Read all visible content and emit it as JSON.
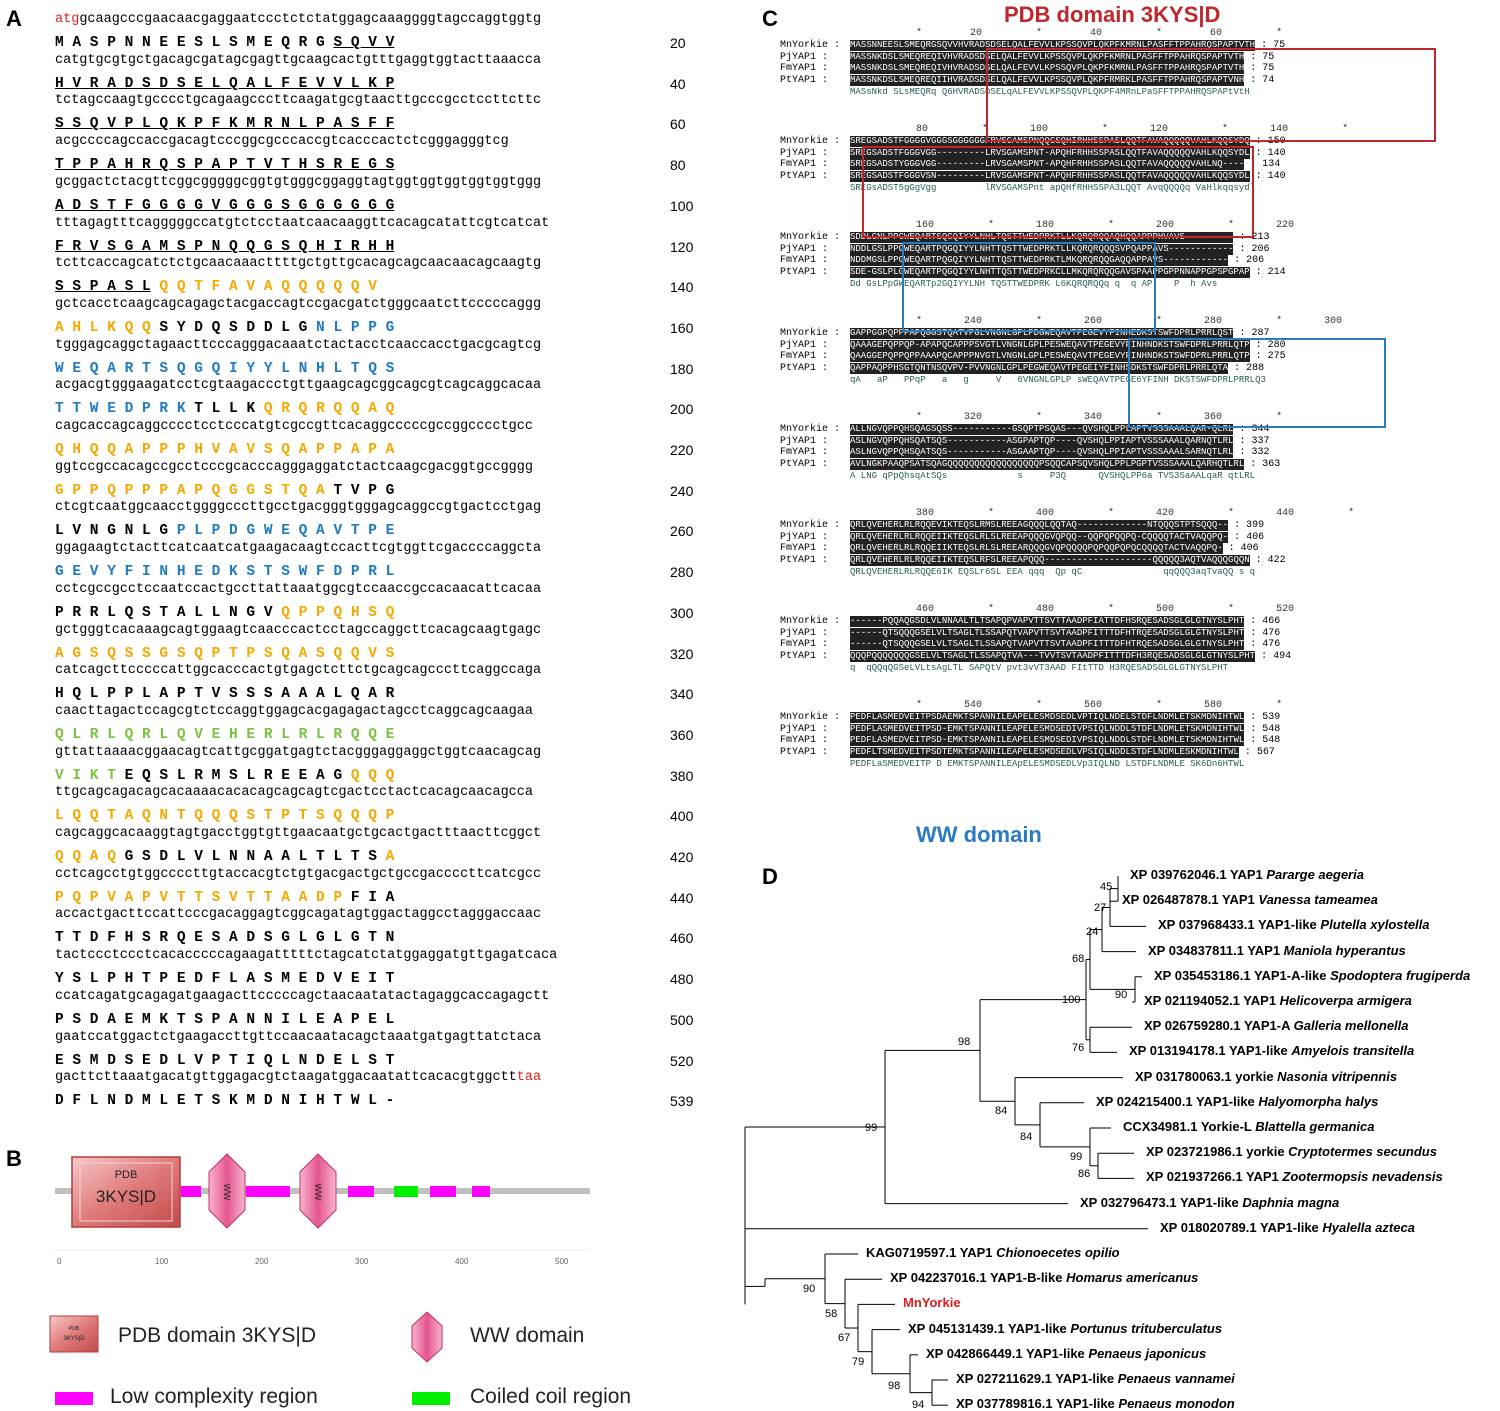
{
  "panels": {
    "a": "A",
    "b": "B",
    "c": "C",
    "d": "D"
  },
  "panel_a": {
    "rows": [
      {
        "nt": [
          [
            "atg",
            "red"
          ],
          [
            "gcaagcccgaacaacgaggaatccctctctatggagcaaaggggtagccaggtggtg",
            "n"
          ]
        ],
        "aa": [
          [
            "M A S P N N E E S L S M E Q R G ",
            "p"
          ],
          [
            "S Q V V",
            "pu"
          ]
        ],
        "num": "20"
      },
      {
        "nt": [
          [
            "catgtgcgtgctgacagcgatagcgagttgcaagcactgtttgaggtggtacttaaacca",
            "n"
          ]
        ],
        "aa": [
          [
            "H V R A D S D S E L Q A L F E V V L K P",
            "pu"
          ]
        ],
        "num": "40"
      },
      {
        "nt": [
          [
            "tctagccaagtgcccctgcagaagcccttcaagatgcgtaacttgcccgcctccttcttc",
            "n"
          ]
        ],
        "aa": [
          [
            "S S Q V P L Q K P F K M R N L P A S F F",
            "pu"
          ]
        ],
        "num": "60"
      },
      {
        "nt": [
          [
            "acgccccagccaccgacagtcccggcgcccaccgtcacccactctcgggagggtcg",
            "n"
          ]
        ],
        "aa": [
          [
            "T P P A H R Q S P A P T V T H S R E G S",
            "pu"
          ]
        ],
        "num": "80"
      },
      {
        "nt": [
          [
            "gcggactctacgttcggcgggggcggtgtgggcggaggtagtggtggtggtggtggtggg",
            "n"
          ]
        ],
        "aa": [
          [
            "A D S T F G G G G V G G G S G G G G G G",
            "pu"
          ]
        ],
        "num": "100"
      },
      {
        "nt": [
          [
            "tttagagtttcagggggccatgtctcctaatcaacaaggttcacagcatattcgtcatcat",
            "n"
          ]
        ],
        "aa": [
          [
            "F R V S G A M S P N Q Q G S Q H I R H H",
            "pu"
          ]
        ],
        "num": "120"
      },
      {
        "nt": [
          [
            "tcttcaccagcatctctgcaacaaacttttgctgttgcacagcagcaacaacagcaagtg",
            "n"
          ]
        ],
        "aa": [
          [
            "S S P A S L",
            "pu"
          ],
          [
            " Q Q T F A V A Q Q Q Q Q V",
            "o"
          ]
        ],
        "num": "140"
      },
      {
        "nt": [
          [
            "gctcacctcaagcagcagagctacgaccagtccgacgatctgggcaatcttcccccaggg",
            "n"
          ]
        ],
        "aa": [
          [
            "A H L K Q Q",
            "o"
          ],
          [
            " S Y D Q S D D L G ",
            "p"
          ],
          [
            "N L P P G",
            "b"
          ]
        ],
        "num": "160"
      },
      {
        "nt": [
          [
            "tgggagcaggctagaacttcccagggacaaatctactacctcaaccacctgacgcagtcg",
            "n"
          ]
        ],
        "aa": [
          [
            "W E Q A R T S Q G Q I Y Y L N H L T Q S",
            "b"
          ]
        ],
        "num": "180"
      },
      {
        "nt": [
          [
            "acgacgtgggaagatcctcgtaagaccctgttgaagcagcggcagcgtcagcaggcacaa",
            "n"
          ]
        ],
        "aa": [
          [
            "T T W E D P R K",
            "b"
          ],
          [
            " T L L K ",
            "p"
          ],
          [
            "Q R Q R Q Q A Q",
            "o"
          ]
        ],
        "num": "200"
      },
      {
        "nt": [
          [
            "cagcaccagcaggcccctcctcccatgtcgccgttcacaggcccccgccggcccctgcc",
            "n"
          ]
        ],
        "aa": [
          [
            "Q H Q Q A P P P H V A V S Q A P P A P A",
            "o"
          ]
        ],
        "num": "220"
      },
      {
        "nt": [
          [
            "ggtccgccacagccgcctcccgcacccagggaggatctactcaagcgacggtgccgggg",
            "n"
          ]
        ],
        "aa": [
          [
            "G P P Q P P P A P Q G G S T Q A",
            "o"
          ],
          [
            " T V P G",
            "p"
          ]
        ],
        "num": "240"
      },
      {
        "nt": [
          [
            "ctcgtcaatggcaacctggggcccttgcctgacgggtgggagcaggccgtgactcctgag",
            "n"
          ]
        ],
        "aa": [
          [
            "L V N G N L G ",
            "p"
          ],
          [
            "P L P D G W E Q A V T P E",
            "b"
          ]
        ],
        "num": "260"
      },
      {
        "nt": [
          [
            "ggagaagtctacttcatcaatcatgaagacaagtccacttcgtggttcgaccccaggcta",
            "n"
          ]
        ],
        "aa": [
          [
            "G E V Y F I N H E D K S T S W F D P R L",
            "b"
          ]
        ],
        "num": "280"
      },
      {
        "nt": [
          [
            "cctcgccgcctccaatccactgccttattaaatggcgtccaaccgccacaacattcacaa",
            "n"
          ]
        ],
        "aa": [
          [
            "P R R L Q S T A L L N G V ",
            "p"
          ],
          [
            "Q P P Q H S Q",
            "o"
          ]
        ],
        "num": "300"
      },
      {
        "nt": [
          [
            "gctgggtcacaaagcagtggaagtcaacccactcctagccaggcttcacagcaagtgagc",
            "n"
          ]
        ],
        "aa": [
          [
            "A G S Q S S G S Q P T P S Q A S Q Q V S",
            "o"
          ]
        ],
        "num": "320"
      },
      {
        "nt": [
          [
            "catcagcttcccccattggcacccactgtgagctcttctgcagcagcccttcaggccaga",
            "n"
          ]
        ],
        "aa": [
          [
            "H Q L P P L A P T V S S S A A A L Q A R",
            "p"
          ]
        ],
        "num": "340"
      },
      {
        "nt": [
          [
            "caacttagactccagcgtctccaggtggagcacgagagactagcctcaggcagcaagaa",
            "n"
          ]
        ],
        "aa": [
          [
            "Q L R L Q R L Q V E H E R L R L R Q Q E",
            "g"
          ]
        ],
        "num": "360"
      },
      {
        "nt": [
          [
            "gttattaaaacggaacagtcattgcggatgagtctacgggaggaggctggtcaacagcag",
            "n"
          ]
        ],
        "aa": [
          [
            "V I K T",
            "g"
          ],
          [
            " E Q S L R M S L R E E A G ",
            "p"
          ],
          [
            "Q Q Q",
            "o"
          ]
        ],
        "num": "380"
      },
      {
        "nt": [
          [
            "ttgcagcagacagcacaaaacacacagcagcagtcgactcctactcacagcaacagcca",
            "n"
          ]
        ],
        "aa": [
          [
            "L Q Q T A Q N T Q Q Q S T P T S Q Q Q P",
            "o"
          ]
        ],
        "num": "400"
      },
      {
        "nt": [
          [
            "cagcaggcacaaggtagtgacctggtgttgaacaatgctgcactgactttaacttcggct",
            "n"
          ]
        ],
        "aa": [
          [
            "Q Q A Q",
            "o"
          ],
          [
            " G S D L V L N N A A L T L T S ",
            "p"
          ],
          [
            "A",
            "o"
          ]
        ],
        "num": "420"
      },
      {
        "nt": [
          [
            "cctcagcctgtggccccttgtaccacgtctgtgacgactgctgccgaccccttcatcgcc",
            "n"
          ]
        ],
        "aa": [
          [
            "P Q P V A P V T T S V T T A A D P",
            "o"
          ],
          [
            " F I A",
            "p"
          ]
        ],
        "num": "440"
      },
      {
        "nt": [
          [
            "accactgacttccattcccgacaggagtcggcagatagtggactaggcctagggaccaac",
            "n"
          ]
        ],
        "aa": [
          [
            "T T D F H S R Q E S A D S G L G L G T N",
            "p"
          ]
        ],
        "num": "460"
      },
      {
        "nt": [
          [
            "tactccctccctcacacccccagaagatttttctagcatctatggaggatgttgagatcaca",
            "n"
          ]
        ],
        "aa": [
          [
            "Y S L P H T P E D F L A S M E D V E I T",
            "p"
          ]
        ],
        "num": "480"
      },
      {
        "nt": [
          [
            "ccatcagatgcagagatgaagacttcccccagctaacaatatactagaggcaccagagctt",
            "n"
          ]
        ],
        "aa": [
          [
            "P S D A E M K T S P A N N I L E A P E L",
            "p"
          ]
        ],
        "num": "500"
      },
      {
        "nt": [
          [
            "gaatccatggactctgaagaccttgttccaacaatacagctaaatgatgagttatctaca",
            "n"
          ]
        ],
        "aa": [
          [
            "E S M D S E D L V P T I Q L N D E L S T",
            "p"
          ]
        ],
        "num": "520"
      },
      {
        "nt": [
          [
            "gacttcttaaatgacatgttggagacgtctaagatggacaatattcacacgtggctt",
            "n"
          ],
          [
            "taa",
            "red"
          ]
        ],
        "aa": [
          [
            "D F L N D M L E T S K M D N I H T W L -",
            "p"
          ]
        ],
        "num": "539"
      }
    ]
  },
  "panel_b": {
    "pdb_box_top": "PDB",
    "pdb_box_bottom": "3KYS|D",
    "ww_glyph": "WW",
    "scale_ticks": [
      "0",
      "100",
      "200",
      "300",
      "400",
      "500"
    ],
    "legend": {
      "pdb_label": "PDB domain 3KYS|D",
      "ww_label": "WW domain",
      "low_label": "Low complexity region",
      "coil_label": "Coiled coil region",
      "mini_pdb_top": "PDB",
      "mini_pdb_bottom": "3KYS|D"
    },
    "colors": {
      "pdb": "#e07a7a",
      "ww": "#e5558e",
      "low": "#ff00ff",
      "coil": "#00ee00",
      "backbone": "#c0c0c0"
    }
  },
  "panel_c": {
    "title_top": "PDB domain 3KYS|D",
    "title_bottom": "WW domain",
    "blocks": [
      {
        "ruler": "          *        20         *        40         *        60         *",
        "rows": [
          [
            "MnYorkie",
            "MASSNNEESLSMEQRGSQVVHVRADSDSELQALFEVVLKPSSQVPLQKPFKMRNLPASFFTPPAHRQSPAPTVTH",
            "75"
          ],
          [
            "PjYAP1",
            "MASSNKDSLSMEQREQIVHVRADSDSELQALFEVVLKPSSQVPLQKPFKMRNLPASFFTPPAHRQSPAPTVTH",
            "75"
          ],
          [
            "FmYAP1",
            "MASSNKDSLSMEQREQIVHVRADSDSELQALFEVVLKPSSQVPLQKPFKMRNLPASFFTPPAHRQSPAPTVTH",
            "75"
          ],
          [
            "PtYAP1",
            "MASSNKDSLSMEQREQIIHVRADSDSELQALFEVVLKPSSQVPLQKPFRMRKLPASFFTPPAHRQSPAPTVNH",
            "74"
          ]
        ],
        "cons": "MASsNkd SLsMEQRq Q6HVRADSDSELqALFEVVLKPSSQVPLQKPF4MRnLPaSFFTPPAHRQSPAPtVtH"
      },
      {
        "ruler": "          80         *       100         *       120         *       140         *",
        "rows": [
          [
            "MnYorkie",
            "SREGSADSTFGGGGVGGGSGGGGGGFRVSGAMSPNQQGSQHIRHHSSPASLQQTFAVAQQQQQVAHLKQQSYDQ",
            "150"
          ],
          [
            "PjYAP1",
            "SREGSADSTFGGGVGG---------LRVSGAMSPNT-APQHFRHHSSPASLQQTFAVAQQQQQVAHLKQQSYDL",
            "140"
          ],
          [
            "FmYAP1",
            "SREGSADSTYGGGVGG---------LRVSGAMSPNT-APQHFRHHSSPASLQQTFAVAQQQQQVAHLNQ----",
            "134"
          ],
          [
            "PtYAP1",
            "SREGSADSTFGGGVSN---------LRVSGAMSPNT-APQHFRHHSSPASLQQTFAVAQQQQQVAHLKQQSYDL",
            "140"
          ]
        ],
        "cons": "SREGsADST5gGgVgg         lRVSGAMSPnt apQHfRHHSSPA3LQQT AvqQQQQq VaHlkqqsydl"
      },
      {
        "ruler": "          160         *       180         *       200         *       220",
        "rows": [
          [
            "MnYorkie",
            "SDDLGNLPPGWEQARTSQGQIYYLNHLTQSTTWEDPRKTLLKQRQRQQAQHQQAPPPHVAVS---------",
            "213"
          ],
          [
            "PjYAP1",
            "NDDLGSLPPGWEQARTPQGQIYYLNHTTQSTTWEDPRKTLLKQRQRQQQSVPQAPPAVS------------",
            "206"
          ],
          [
            "FmYAP1",
            "NDDMGSLPPGWEQARTPQGQIYYLNHTTQSTTWEDPRKTLMKQRQRQQGAQQAPPAVS------------",
            "206"
          ],
          [
            "PtYAP1",
            "SDE-GSLPLGWEQARTPQGQIYYLNHTTQSTTWEDPRKCLLMKQRQRQQGAVSPAAPPGPPNNAPPGPSPGPAP",
            "214"
          ]
        ],
        "cons": "Dd GsLPpGWEQARTp2GQIYYLNH TQSTTWEDPRK L6KQRQRQQq q  q AP    P  h Avs"
      },
      {
        "ruler": "          *       240         *       260         *       280         *       300",
        "rows": [
          [
            "MnYorkie",
            "GAPPGGPQPPPAPQGGSTQATVPGLVNGNLGPLPDGWEQAVTPEGEVYFINHEDKSTSWFDPRLPRRLQST",
            "287"
          ],
          [
            "PjYAP1",
            "QAAAGEPQPPQP-APAPQCAPPPSVGTLVNGNLGPLPESWEQAVTPEGEVYFINHNDKSTSWFDPRLPRRLQTP",
            "280"
          ],
          [
            "FmYAP1",
            "QAAGGEPQPPQPPAAAPQCAPPPNVGTLVNGNLGPLPESWEQAVTPEGEVYFINHNDKSTSWFDPRLPRRLQTP",
            "275"
          ],
          [
            "PtYAP1",
            "QAPPAQPPHSGTQNTNSQVPV-PVVNGNLGPLPEGWEQAVTPEGEIYFINHSDKSTSWFDPRLPRRLQTA",
            "288"
          ]
        ],
        "cons": "qA   aP   PPqP   a   g     V   6VNGNLGPLP sWEQAVTPEGE6YFINH DKSTSWFDPRLPRRLQ3"
      },
      {
        "ruler": "          *       320         *       340         *       360         *",
        "rows": [
          [
            "MnYorkie",
            "ALLNGVQPPQHSQAGSQSS-----------GSQPTPSQAS---QVSHQLPPLAPTVSSSAAALQAR-QLRL",
            "344"
          ],
          [
            "PjYAP1",
            "ASLNGVQPPQHSQATSQS-----------ASGPAPTQP----QVSHQLPPIAPTVSSSAAALQARNQTLRL",
            "337"
          ],
          [
            "FmYAP1",
            "ASLNGVQPPQHSQATSQS-----------ASGAAPTQP----QVSHQLPPIAPTVSSSAAALSARNQTLRL",
            "332"
          ],
          [
            "PtYAP1",
            "AVLNGKPAAQPSATSQAGQQQQQQQQQQQQQQQQQPSQQCAPSQVSHQLPPLPGPTVSSSAAALQARHQTLRL",
            "363"
          ]
        ],
        "cons": "A LNG qPpQhsqAtSQs             s     P3Q      QVSHQLPP6a TVS3SaAALqaR qtLRL"
      },
      {
        "ruler": "          380         *       400         *       420         *       440         *",
        "rows": [
          [
            "MnYorkie",
            "QRLQVEHERLRLRQQEVIKTEQSLRMSLREEAGQQQLQQTAQ-------------NTQQQSTPTSQQQ--",
            "399"
          ],
          [
            "PjYAP1",
            "QRLQVEHERLRLRQQEIIKTEQSLRLSLREEAPQQQGVQPQQ--QQPQPQQPQ-CQQQQTACTVAQQPQ-",
            "406"
          ],
          [
            "FmYAP1",
            "QRLQVEHERLRLRQQEIIKTEQSLRLSLREEARQQQGVQPQQQQPQPQQPQPQCQQQQTACTVAQQPQ-",
            "406"
          ],
          [
            "PtYAP1",
            "QRLQVEHERLRLRQQEIIKTEQSLRFSLREEAPQQQ--------------------QQQQQ3AQTVAQQQGQQN",
            "422"
          ]
        ],
        "cons": "QRLQVEHERLRLRQQE6IK EQSLr6SL EEA qqq  Qp qC               qqQQQ3aqTvaQQ s q"
      },
      {
        "ruler": "          460         *       480         *       500         *       520",
        "rows": [
          [
            "MnYorkie",
            "------PQQAQGSDLVLNNAALTLTSAPQPVAPVTTSVTTAADPFIATTDFHSRQESADSGLGLGTNYSLPHT",
            "466"
          ],
          [
            "PjYAP1",
            "------QTSQQQGSELVLTSAGLTLSSAPQTVAPVTTSVTAADPFITTTDFHTRQESADSGLGLGTNYSLPHT",
            "476"
          ],
          [
            "FmYAP1",
            "------QTSQQQGSELVLTSAGLTLSSAPQTVAPVTTSVTAADPFITTTDFHTRQESADSGLGLGTNYSLPHT",
            "476"
          ],
          [
            "PtYAP1",
            "QQQPQQQQQQQGSELVLTSAGLTLSSAPQTVA---TVVTSVTAADPFITTTDFH3RQESADSGLGLGTNYSLPHT",
            "494"
          ]
        ],
        "cons": "q  qQQqQGSeLVLtsAgLTL SAPQtV pvt3vVT3AAD FItTTD H3RQESADSGLGLGTNYSLPHT"
      },
      {
        "ruler": "          *       540         *       560         *       580         *",
        "rows": [
          [
            "MnYorkie",
            "PEDFLASMEDVEITPSDAEMKTSPANNILEAPELESMDSEDLVPTIQLNDELSTDFLNDMLETSKMDNIHTWL",
            "539"
          ],
          [
            "PjYAP1",
            "PEDFLASMEDVEITPSD-EMKTSPANNILEAPELESMDSEDIVPSIQLNDDLSTDFLNDMLETSKMDNIHTWL",
            "548"
          ],
          [
            "FmYAP1",
            "PEDFLASMEDVEITPSD-EMKTSPANNILEAPELESMDSEDIVPSIQLNDDLSTDFLNDMLETSKMDNIHTWL",
            "548"
          ],
          [
            "PtYAP1",
            "PEDFLTSMEDVEITPSDTEMKTSPANNILEAPELESMDSEDLVPSIQLNDDLSTDFLNDMLESKMDNIHTWL",
            "567"
          ]
        ],
        "cons": "PEDFLaSMEDVEITP D EMKTSPANNILEApELESMDSEDLVp3IQLND LSTDFLNDMLE SK6Dn6HTWL"
      }
    ]
  },
  "panel_d": {
    "leaves": [
      {
        "acc": "XP 039762046.1 YAP1 ",
        "sp": "Pararge aegeria"
      },
      {
        "acc": "XP 026487878.1 YAP1 ",
        "sp": "Vanessa tameamea"
      },
      {
        "acc": "XP 037968433.1 YAP1-like ",
        "sp": "Plutella xylostella"
      },
      {
        "acc": "XP 034837811.1 YAP1 ",
        "sp": "Maniola hyperantus"
      },
      {
        "acc": "XP 035453186.1 YAP1-A-like ",
        "sp": "Spodoptera frugiperda"
      },
      {
        "acc": "XP 021194052.1 YAP1 ",
        "sp": "Helicoverpa armigera"
      },
      {
        "acc": "XP 026759280.1 YAP1-A ",
        "sp": "Galleria mellonella"
      },
      {
        "acc": "XP 013194178.1 YAP1-like ",
        "sp": "Amyelois transitella"
      },
      {
        "acc": "XP 031780063.1 yorkie ",
        "sp": "Nasonia vitripennis"
      },
      {
        "acc": "XP 024215400.1 YAP1-like ",
        "sp": "Halyomorpha halys"
      },
      {
        "acc": "CCX34981.1 Yorkie-L ",
        "sp": "Blattella germanica"
      },
      {
        "acc": "XP 023721986.1 yorkie ",
        "sp": "Cryptotermes secundus"
      },
      {
        "acc": "XP 021937266.1 YAP1 ",
        "sp": "Zootermopsis nevadensis"
      },
      {
        "acc": "XP 032796473.1 YAP1-like ",
        "sp": "Daphnia magna"
      },
      {
        "acc": "XP 018020789.1 YAP1-like ",
        "sp": "Hyalella azteca"
      },
      {
        "acc": "KAG0719597.1 YAP1 ",
        "sp": "Chionoecetes opilio"
      },
      {
        "acc": "XP 042237016.1 YAP1-B-like ",
        "sp": "Homarus americanus"
      },
      {
        "acc": "MnYorkie",
        "sp": ""
      },
      {
        "acc": "XP 045131439.1 YAP1-like ",
        "sp": "Portunus trituberculatus"
      },
      {
        "acc": "XP 042866449.1 YAP1-like ",
        "sp": "Penaeus japonicus"
      },
      {
        "acc": "XP 027211629.1 YAP1-like ",
        "sp": "Penaeus vannamei"
      },
      {
        "acc": "XP 037789816.1 YAP1-like ",
        "sp": "Penaeus monodon"
      }
    ],
    "bootstraps": [
      "45",
      "27",
      "24",
      "68",
      "100",
      "90",
      "98",
      "76",
      "84",
      "84",
      "99",
      "86",
      "99",
      "90",
      "58",
      "67",
      "79",
      "98",
      "94"
    ],
    "highlight_color": "#d81e1e"
  }
}
